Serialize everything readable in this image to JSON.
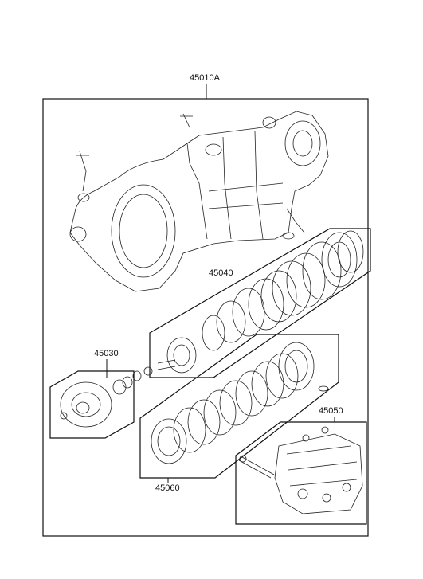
{
  "diagram": {
    "parts": {
      "assembly_label": "45010A",
      "clutch_label": "45040",
      "pump_label": "45030",
      "valve_body_label": "45050",
      "bands_label": "45060"
    }
  }
}
